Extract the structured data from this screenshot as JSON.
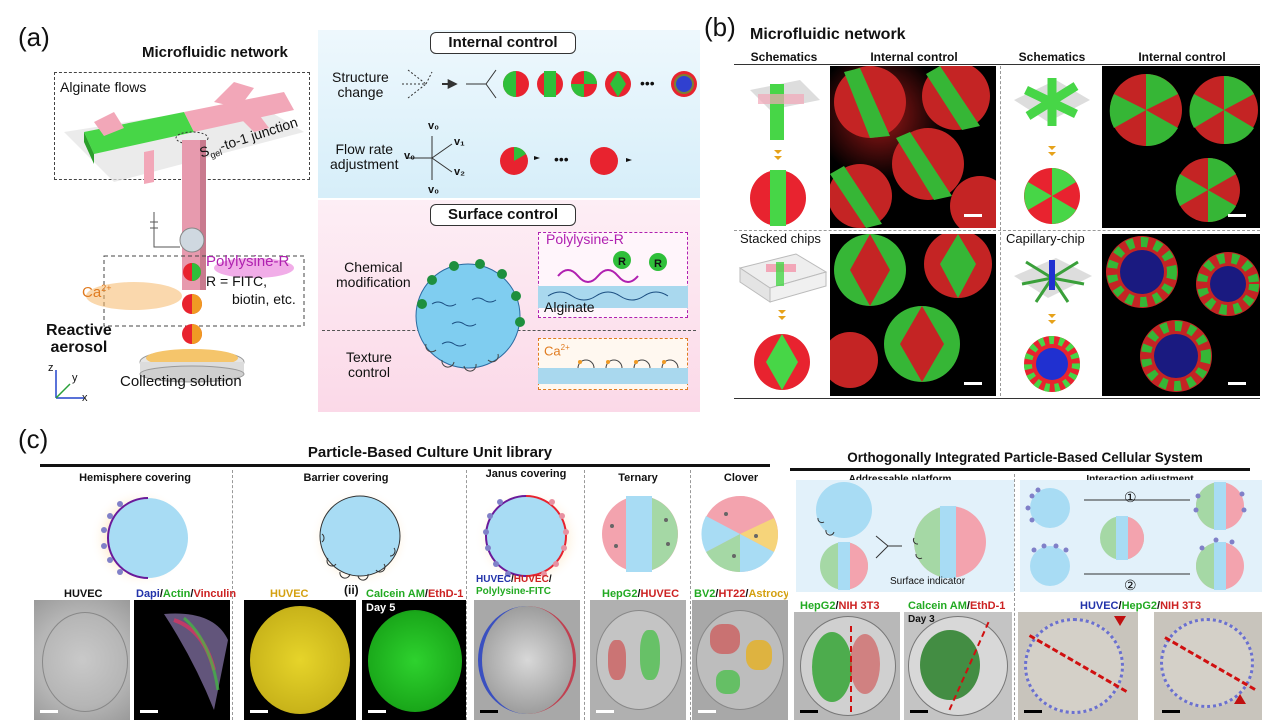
{
  "panel_a": {
    "letter": "(a)",
    "microfluidic_network": "Microfluidic network",
    "alginate_flows": "Alginate flows",
    "junction_label_main": "S",
    "junction_label_sub": "gel",
    "junction_label_rest": "-to-1 junction",
    "polylysine": "Polylysine-R",
    "r_def_1": "R = FITC,",
    "r_def_2": "biotin, etc.",
    "ca": "Ca",
    "ca_sup": "2+",
    "reactive_1": "Reactive",
    "reactive_2": "aerosol",
    "collecting": "Collecting solution",
    "axes": {
      "z": "z",
      "y": "y",
      "x": "x"
    },
    "internal_control": "Internal control",
    "structure_change_1": "Structure",
    "structure_change_2": "change",
    "flow_rate_1": "Flow rate",
    "flow_rate_2": "adjustment",
    "v0": "v₀",
    "v1": "v₁",
    "v2": "v₂",
    "ellipsis": "•••",
    "surface_control": "Surface control",
    "chemical_1": "Chemical",
    "chemical_2": "modification",
    "texture_1": "Texture",
    "texture_2": "control",
    "inset_polylysine": "Polylysine-R",
    "inset_alginate": "Alginate",
    "inset_r": "R",
    "inset_ca": "Ca",
    "inset_ca_sup": "2+"
  },
  "panel_b": {
    "letter": "(b)",
    "title": "Microfluidic network",
    "col_schematics": "Schematics",
    "col_internal": "Internal control",
    "stacked_chips": "Stacked chips",
    "capillary_chip": "Capillary-chip"
  },
  "panel_c": {
    "letter": "(c)",
    "library_title": "Particle-Based Culture Unit library",
    "system_title": "Orthogonally Integrated Particle-Based Cellular System",
    "hemisphere": "Hemisphere covering",
    "barrier": "Barrier covering",
    "janus": "Janus covering",
    "ternary": "Ternary",
    "clover": "Clover",
    "addressable": "Addressable platform",
    "interaction": "Interaction adjustment",
    "surface_indicator": "Surface indicator",
    "step1": "①",
    "step2": "②",
    "stain_huvec": "HUVEC",
    "stain_dapi": "Dapi",
    "stain_actin": "Actin",
    "stain_vinculin": "Vinculin",
    "stain_huvec_y": "HUVEC",
    "roman_ii": "(ii)",
    "stain_calcein": "Calcein AM",
    "stain_ethd": "EthD-1",
    "day5": "Day 5",
    "janus_stain_1": "HUVEC",
    "janus_stain_2": "HUVEC",
    "janus_stain_3": "Polylysine-FITC",
    "ternary_stain_1": "HepG2",
    "ternary_stain_2": "HUVEC",
    "clover_stain_1": "BV2",
    "clover_stain_2": "HT22",
    "clover_stain_3": "Astrocyte",
    "addr_stain_1": "HepG2",
    "addr_stain_2": "NIH 3T3",
    "addr2_stain_1": "Calcein AM",
    "addr2_stain_2": "EthD-1",
    "day3": "Day 3",
    "inter_stain_1": "HUVEC",
    "inter_stain_2": "HepG2",
    "inter_stain_3": "NIH 3T3",
    "slash": "/"
  },
  "colors": {
    "green": "#2fbf3a",
    "red": "#e8232f",
    "blue_particle": "#8fd3f0",
    "pink_bg": "#fde3ef",
    "blue_bg": "#e3f3fb",
    "purple": "#b020b0",
    "orange": "#f08a24",
    "yellow": "#ecd71a"
  }
}
